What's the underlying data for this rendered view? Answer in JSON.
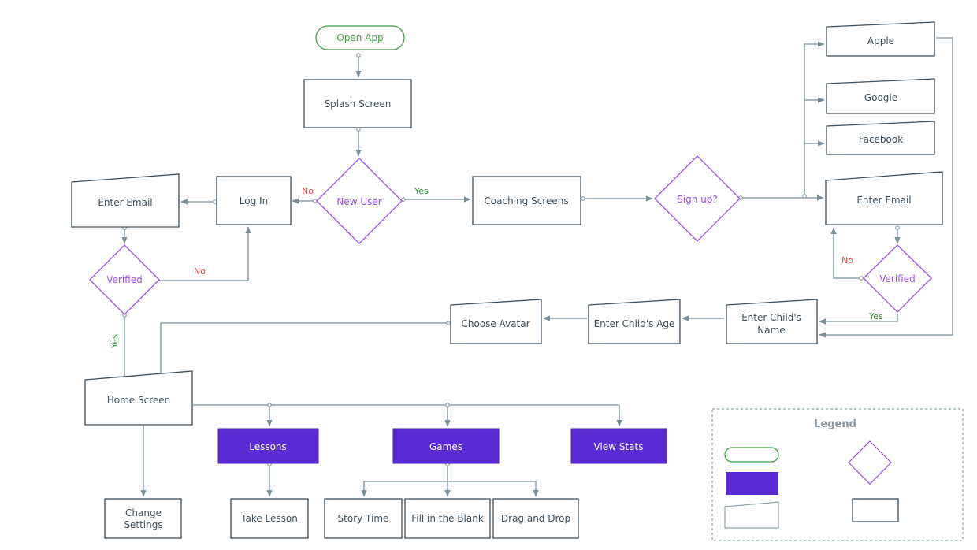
{
  "colors": {
    "box_stroke": "#3d4f5c",
    "edge": "#7a8e99",
    "decision": "#9b4df0",
    "filled": "#5a2ad4",
    "start_stroke": "#3f9f3f",
    "yes": "#2e9b2e",
    "no": "#e04848"
  },
  "nodes": {
    "open_app": "Open App",
    "splash_screen": "Splash Screen",
    "new_user": "New User",
    "coaching_screens": "Coaching Screens",
    "sign_up": "Sign up?",
    "apple": "Apple",
    "google": "Google",
    "facebook": "Facebook",
    "enter_email_right": "Enter Email",
    "verified_right": "Verified",
    "log_in": "Log In",
    "enter_email_left": "Enter Email",
    "verified_left": "Verified",
    "enter_childs_name_line1": "Enter Child's",
    "enter_childs_name_line2": "Name",
    "enter_childs_age": "Enter Child's Age",
    "choose_avatar": "Choose Avatar",
    "home_screen": "Home Screen",
    "lessons": "Lessons",
    "games": "Games",
    "view_stats": "View Stats",
    "change_settings_line1": "Change",
    "change_settings_line2": "Settings",
    "take_lesson": "Take Lesson",
    "story_time": "Story Time",
    "fill_in_the_blank": "Fill in the Blank",
    "drag_and_drop": "Drag and Drop"
  },
  "edge_labels": {
    "new_user_no": "No",
    "new_user_yes": "Yes",
    "verified_left_no": "No",
    "verified_left_yes": "Yes",
    "verified_right_no": "No",
    "verified_right_yes": "Yes"
  },
  "legend": {
    "title": "Legend"
  }
}
